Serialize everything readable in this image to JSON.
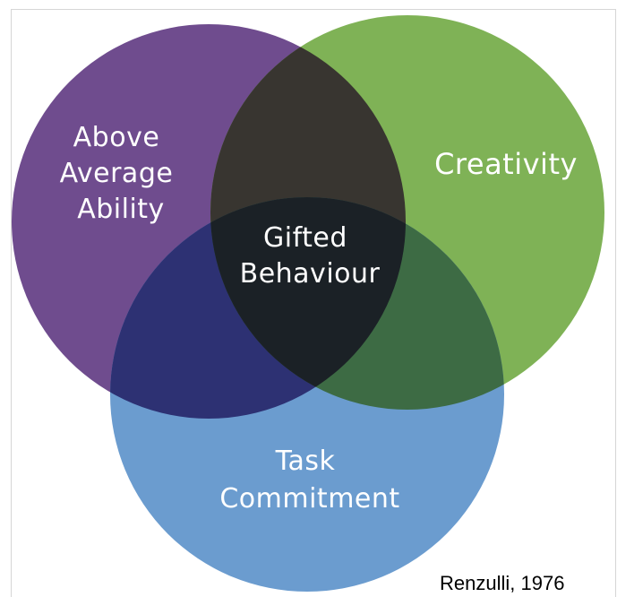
{
  "diagram": {
    "sets": [
      {
        "id": "ability",
        "label_lines": [
          "Above",
          "Average",
          "Ability"
        ],
        "color": "#6f4c8e"
      },
      {
        "id": "creativity",
        "label_lines": [
          "Creativity"
        ],
        "color": "#7fb256"
      },
      {
        "id": "task",
        "label_lines": [
          "Task",
          "Commitment"
        ],
        "color": "#6b9ccf"
      }
    ],
    "overlap_colors": {
      "ability_creativity": "#383530",
      "ability_task": "#2d3173",
      "creativity_task": "#3d6b44",
      "all_three": "#1b2126"
    },
    "center_label_lines": [
      "Gifted",
      "Behaviour"
    ],
    "citation": "Renzulli, 1976"
  }
}
